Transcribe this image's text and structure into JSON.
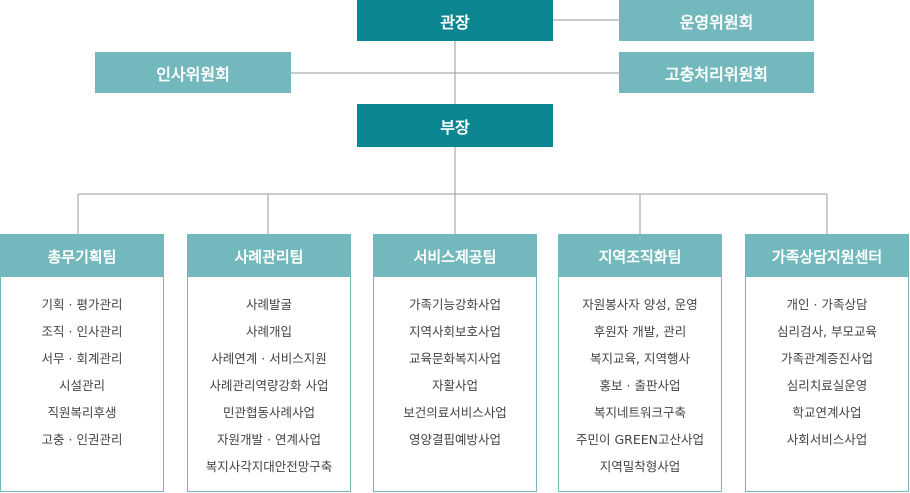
{
  "top": {
    "director": "관장",
    "deputy": "부장",
    "ops_committee": "운영위원회",
    "hr_committee": "인사위원회",
    "grievance_committee": "고충처리위원회"
  },
  "teams": [
    {
      "name": "총무기획팀",
      "items": [
        "기획 · 평가관리",
        "조직 · 인사관리",
        "서무 · 회계관리",
        "시설관리",
        "직원복리후생",
        "고충 · 인권관리"
      ]
    },
    {
      "name": "사례관리팀",
      "items": [
        "사례발굴",
        "사례개입",
        "사례연계 · 서비스지원",
        "사례관리역량강화 사업",
        "민관협동사례사업",
        "자원개발 · 연계사업",
        "복지사각지대안전망구축"
      ]
    },
    {
      "name": "서비스제공팀",
      "items": [
        "가족기능강화사업",
        "지역사회보호사업",
        "교육문화복지사업",
        "자활사업",
        "보건의료서비스사업",
        "영양결핍예방사업"
      ]
    },
    {
      "name": "지역조직화팀",
      "items": [
        "자원봉사자 양성, 운영",
        "후원자 개발, 관리",
        "복지교육, 지역행사",
        "홍보 · 출판사업",
        "복지네트워크구축",
        "주민이 GREEN고산사업",
        "지역밀착형사업"
      ]
    },
    {
      "name": "가족상담지원센터",
      "items": [
        "개인 · 가족상담",
        "심리검사, 부모교육",
        "가족관계증진사업",
        "심리치료실운영",
        "학교연계사업",
        "사회서비스사업"
      ]
    }
  ],
  "colors": {
    "dark": "#0b8590",
    "light": "#72b8bc",
    "line": "#9a9a9a"
  }
}
